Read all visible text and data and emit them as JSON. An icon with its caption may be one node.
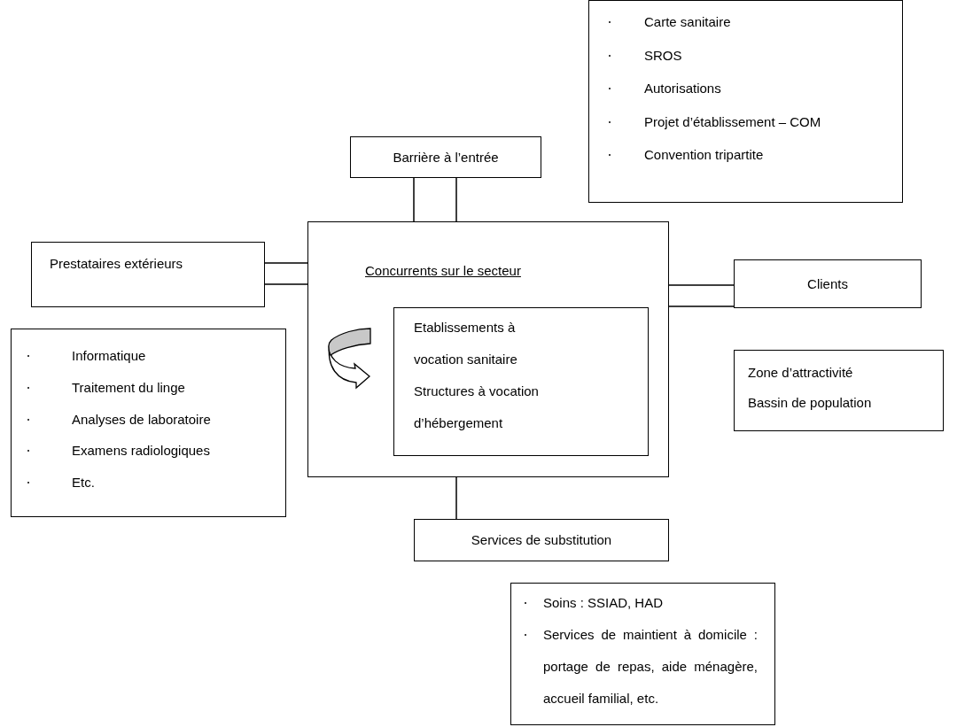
{
  "diagram": {
    "nodes": [
      {
        "text": [
          "Carte sanitaire",
          "SROS",
          "Autorisations",
          "Projet d’établissement – COM",
          "Convention tripartite"
        ]
      },
      {
        "text": [
          "Barrière à l’entrée"
        ]
      },
      {
        "text": [
          "Concurrents sur le secteur"
        ]
      },
      {
        "text": [
          "Etablissements à vocation sanitaire",
          "Structures à vocation d’hébergement"
        ],
        "in": 2
      },
      {
        "text": [
          "Prestataires extérieurs"
        ]
      },
      {
        "text": [
          "Informatique",
          "Traitement du linge",
          "Analyses de laboratoire",
          "Examens radiologiques",
          "Etc."
        ]
      },
      {
        "text": [
          "Clients"
        ]
      },
      {
        "text": [
          "Zone d’attractivité",
          "Bassin de population"
        ]
      },
      {
        "text": [
          "Services de substitution"
        ]
      },
      {
        "text": [
          "Soins : SSIAD, HAD",
          "Services de maintient à domicile : portage de repas, aide ménagère, accueil familial, etc."
        ]
      }
    ],
    "edges": [
      {
        "from": 1,
        "to": 2,
        "arrow": "none"
      },
      {
        "from": 4,
        "to": 2,
        "arrow": "none"
      },
      {
        "from": 2,
        "to": 6,
        "arrow": "none"
      },
      {
        "from": 2,
        "to": 8,
        "arrow": "none"
      }
    ]
  }
}
